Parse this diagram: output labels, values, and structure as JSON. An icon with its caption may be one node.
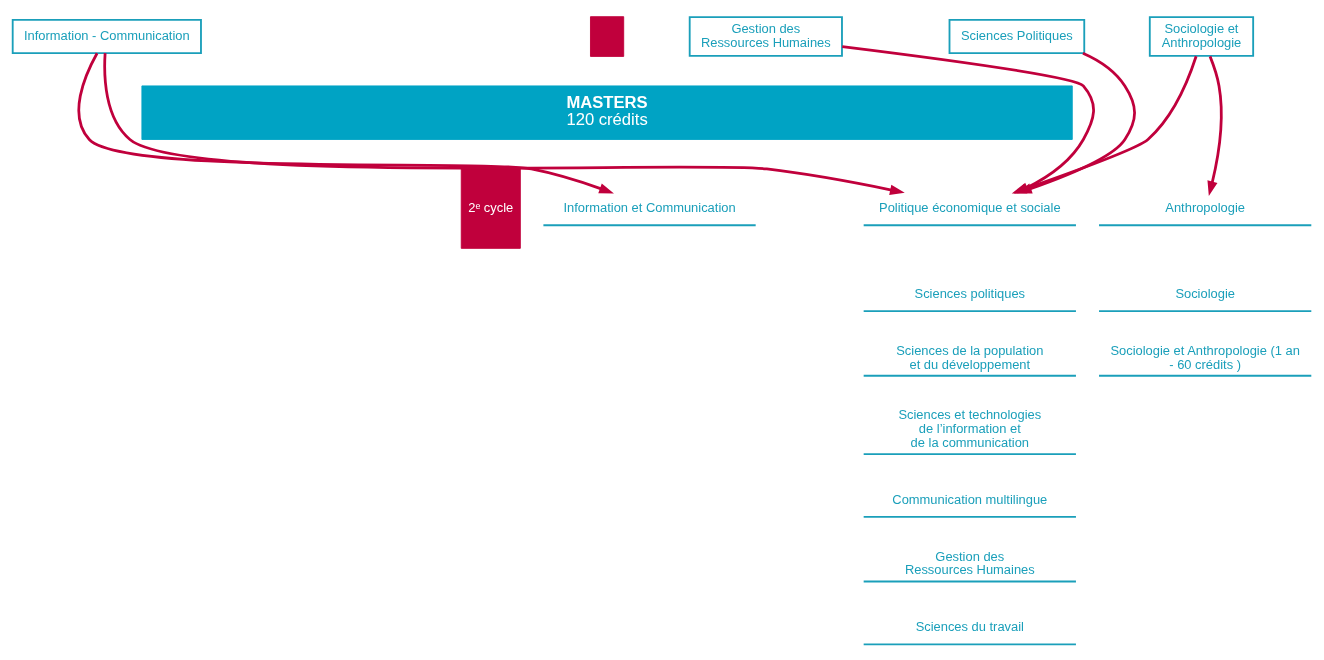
{
  "diagram": {
    "nodes": [
      {
        "text": [],
        "shape": "bar"
      },
      {
        "text": [
          "Information - Communication"
        ]
      },
      {
        "text": [
          "Gestion des Ressources Humaines"
        ]
      },
      {
        "text": [
          "Sciences Politiques"
        ]
      },
      {
        "text": [
          "Sociologie et Anthropologie"
        ]
      },
      {
        "text": [
          "2ᵉ cycle"
        ]
      },
      {
        "text": [
          "MASTERS",
          "120 crédits"
        ]
      },
      {
        "text": [
          "Information et Communication"
        ]
      },
      {
        "text": [
          "Politique économique et sociale"
        ]
      },
      {
        "text": [
          "Sciences politiques"
        ]
      },
      {
        "text": [
          "Sciences de la population et du développement"
        ]
      },
      {
        "text": [
          "Sciences et technologies de l’information et de la communication"
        ]
      },
      {
        "text": [
          "Communication multilingue"
        ]
      },
      {
        "text": [
          "Gestion des Ressources Humaines"
        ]
      },
      {
        "text": [
          "Sciences du travail"
        ]
      },
      {
        "text": [
          "Anthropologie"
        ]
      },
      {
        "text": [
          "Sociologie"
        ]
      },
      {
        "text": [
          "Sociologie et Anthropologie (1 an - 60 crédits )"
        ]
      }
    ],
    "edges": [
      {
        "from": 1,
        "to": 7,
        "arrow": "to"
      },
      {
        "from": 1,
        "to": 8,
        "arrow": "to"
      },
      {
        "from": 2,
        "to": 8,
        "arrow": "to"
      },
      {
        "from": 3,
        "to": 8,
        "arrow": "to"
      },
      {
        "from": 4,
        "to": 8,
        "arrow": "to"
      },
      {
        "from": 4,
        "to": 15,
        "arrow": "to"
      }
    ]
  }
}
